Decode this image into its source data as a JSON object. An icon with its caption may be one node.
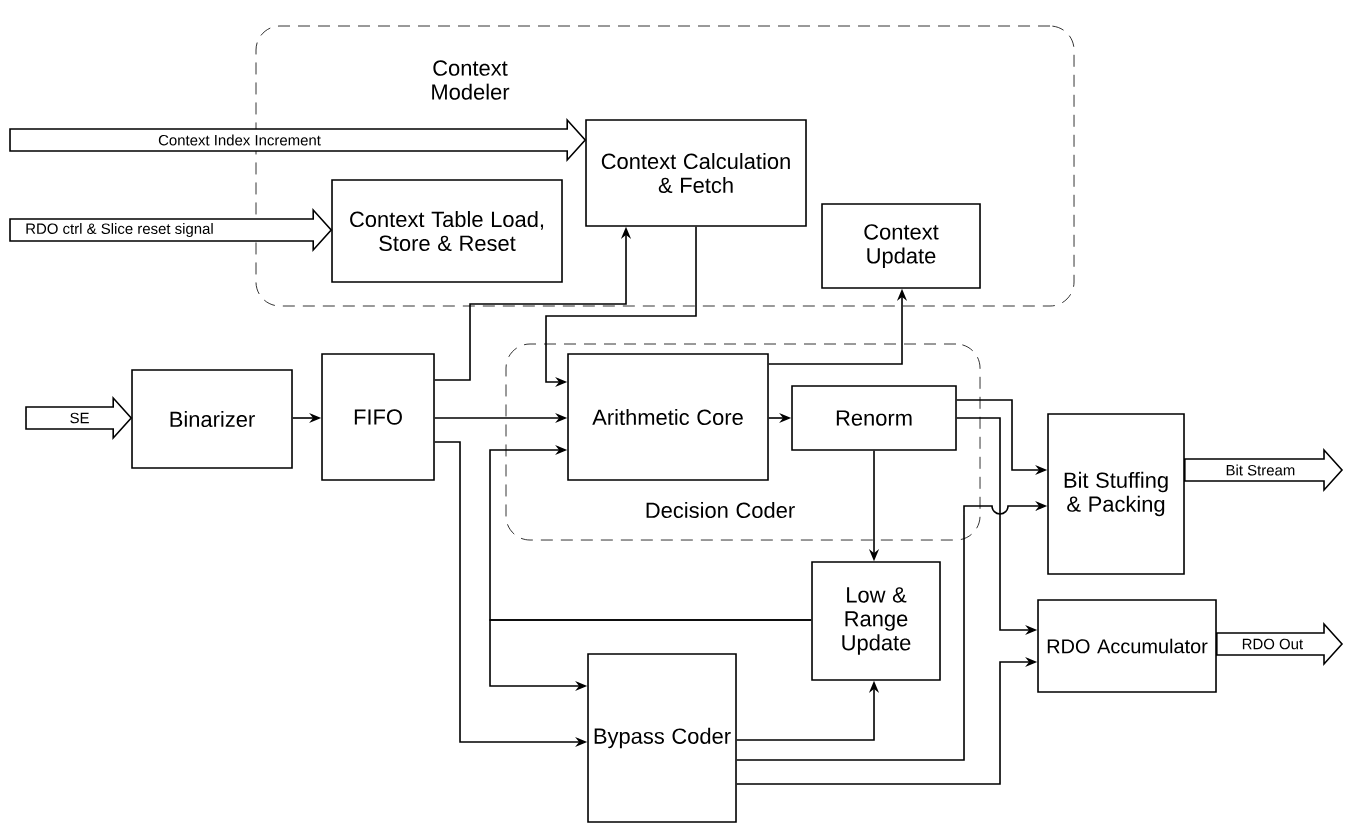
{
  "diagram": {
    "nodes": [
      {
        "text": [
          "Context Modeler"
        ]
      },
      {
        "text": [
          "Context Calculation & Fetch"
        ],
        "in": 0
      },
      {
        "text": [
          "Context Table Load, Store & Reset"
        ],
        "in": 0
      },
      {
        "text": [
          "Context Update"
        ],
        "in": 0
      },
      {
        "text": [
          "Decision Coder"
        ]
      },
      {
        "text": [
          "Arithmetic Core"
        ],
        "in": 4
      },
      {
        "text": [
          "Renorm"
        ],
        "in": 4
      },
      {
        "text": [
          "Binarizer"
        ]
      },
      {
        "text": [
          "FIFO"
        ]
      },
      {
        "text": [
          "Bit Stuffing & Packing"
        ]
      },
      {
        "text": [
          "Low & Range Update"
        ]
      },
      {
        "text": [
          "RDO Accumulator"
        ]
      },
      {
        "text": [
          "Bypass Coder"
        ]
      }
    ],
    "edges": [
      {
        "from": null,
        "to": 1,
        "arrow": "to",
        "style": "thick",
        "label": "Context Index Increment"
      },
      {
        "from": null,
        "to": 2,
        "arrow": "to",
        "style": "thick",
        "label": "RDO ctrl & Slice reset signal"
      },
      {
        "from": null,
        "to": 7,
        "arrow": "to",
        "style": "thick",
        "label": "SE"
      },
      {
        "from": 7,
        "to": 8,
        "arrow": "to"
      },
      {
        "from": 8,
        "to": 1,
        "arrow": "to"
      },
      {
        "from": 1,
        "to": 5,
        "arrow": "to"
      },
      {
        "from": 8,
        "to": 5,
        "arrow": "to"
      },
      {
        "from": 8,
        "to": 12,
        "arrow": "to"
      },
      {
        "from": 10,
        "to": 5,
        "arrow": "to"
      },
      {
        "from": 10,
        "to": 12,
        "arrow": "to"
      },
      {
        "from": 5,
        "to": 3,
        "arrow": "to"
      },
      {
        "from": 5,
        "to": 6,
        "arrow": "to"
      },
      {
        "from": 6,
        "to": 10,
        "arrow": "to"
      },
      {
        "from": 6,
        "to": 9,
        "arrow": "to"
      },
      {
        "from": 6,
        "to": 11,
        "arrow": "to"
      },
      {
        "from": 12,
        "to": 10,
        "arrow": "to"
      },
      {
        "from": 12,
        "to": 9,
        "arrow": "to"
      },
      {
        "from": 12,
        "to": 11,
        "arrow": "to"
      },
      {
        "from": 9,
        "to": null,
        "arrow": "to",
        "style": "thick",
        "label": "Bit Stream"
      },
      {
        "from": 11,
        "to": null,
        "arrow": "to",
        "style": "thick",
        "label": "RDO Out"
      }
    ]
  }
}
